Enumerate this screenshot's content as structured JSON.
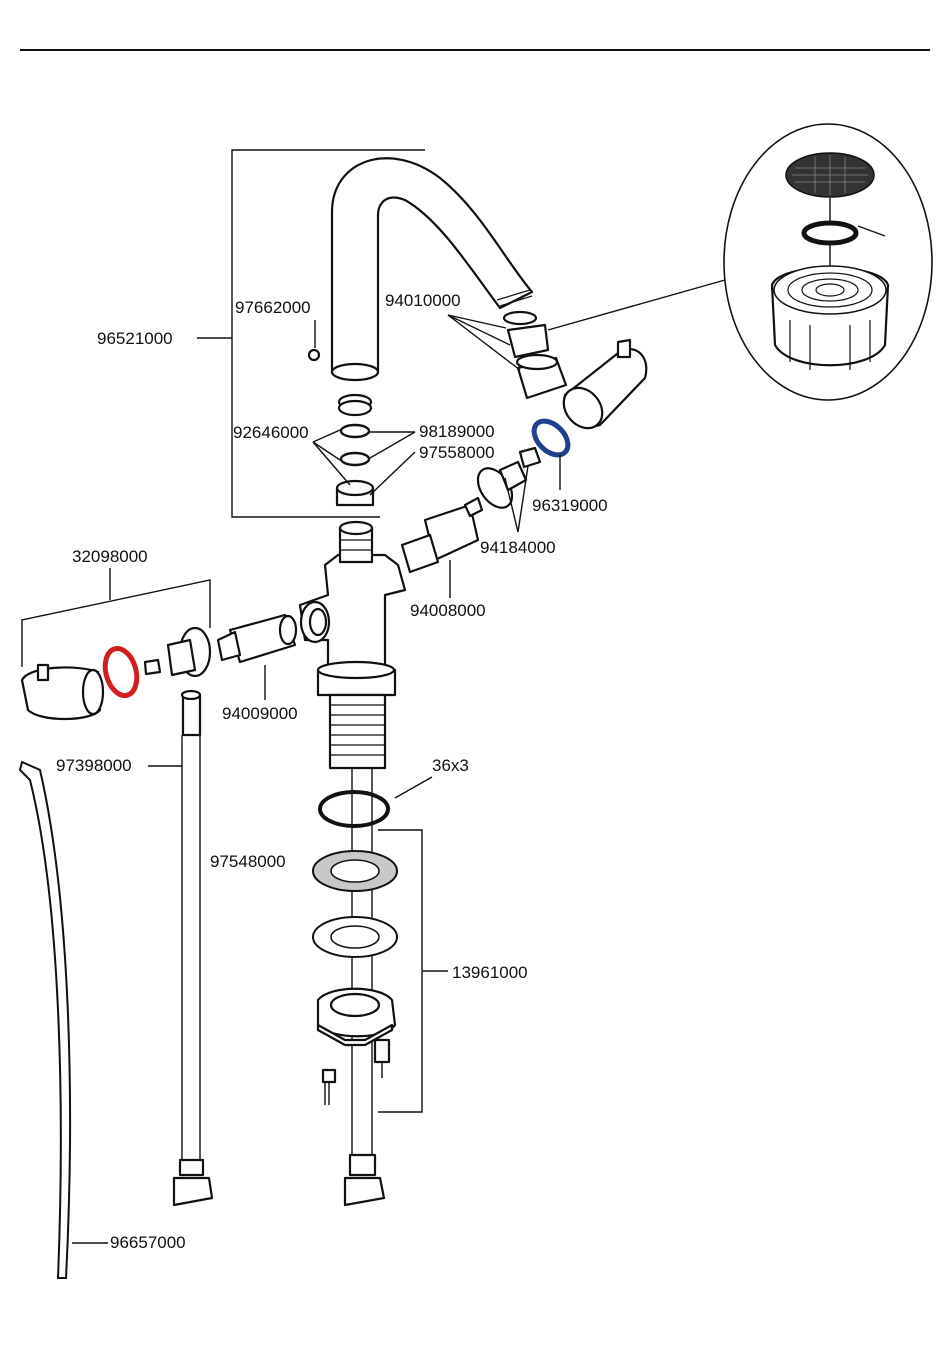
{
  "diagram": {
    "colors": {
      "ink": "#111111",
      "red_ring": "#d11f1f",
      "blue_ring": "#1f3f8f",
      "washer_grey": "#c8c8c8"
    },
    "labels": {
      "spout_assembly": "96521000",
      "spout_screw": "97662000",
      "aerator": "94010000",
      "ring_set": "92646000",
      "oring_set": "98189000",
      "nut": "97558000",
      "blue_ring": "96319000",
      "handle_insert": "94184000",
      "cartridge_right": "94008000",
      "handle_left": "32098000",
      "cartridge_left": "94009000",
      "hose": "97398000",
      "oring_size": "36x3",
      "washer": "97548000",
      "mounting_set": "13961000",
      "tube": "96657000"
    }
  }
}
